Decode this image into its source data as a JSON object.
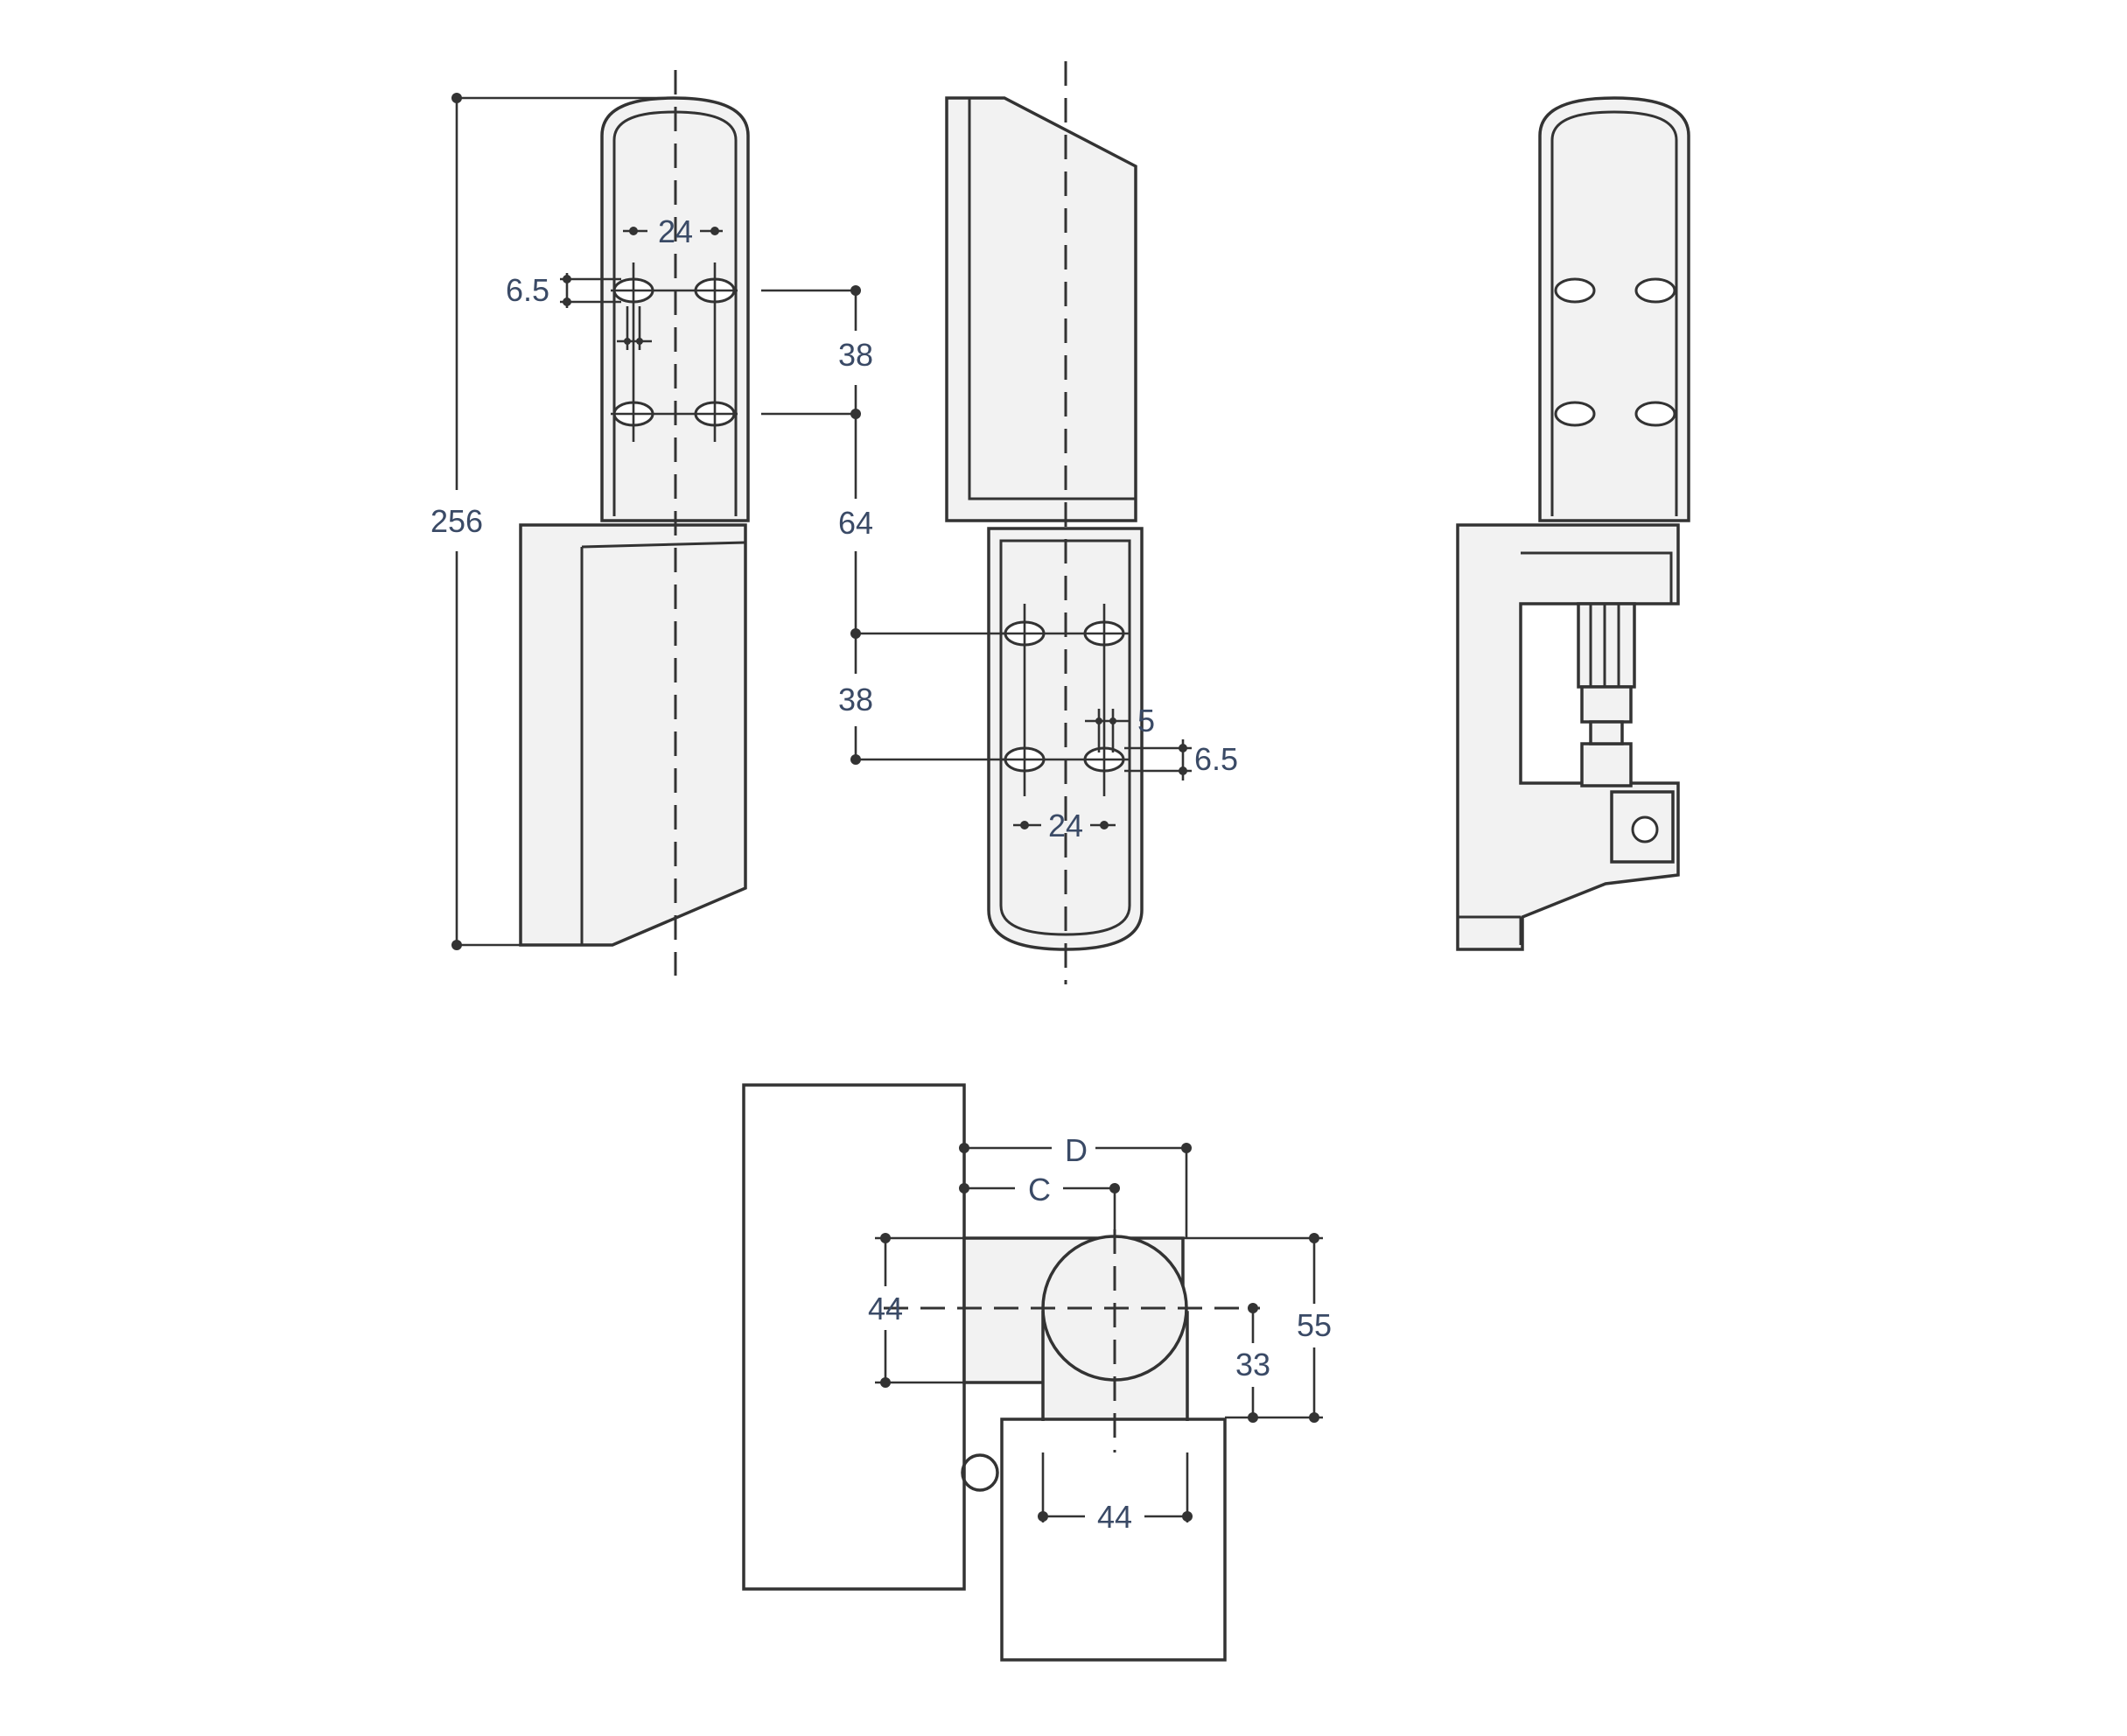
{
  "labels": {
    "overall_height": "256",
    "hole_pitch_top": "24",
    "slot_height_top": "6.5",
    "slot_pitch_upper": "38",
    "leaf_gap": "64",
    "slot_pitch_lower": "38",
    "slot_width": "5",
    "slot_height_bottom": "6.5",
    "hole_pitch_bottom": "24",
    "dim_d": "D",
    "dim_c": "C",
    "depth_left": "44",
    "depth_right": "55",
    "offset": "33",
    "width_bottom": "44"
  }
}
